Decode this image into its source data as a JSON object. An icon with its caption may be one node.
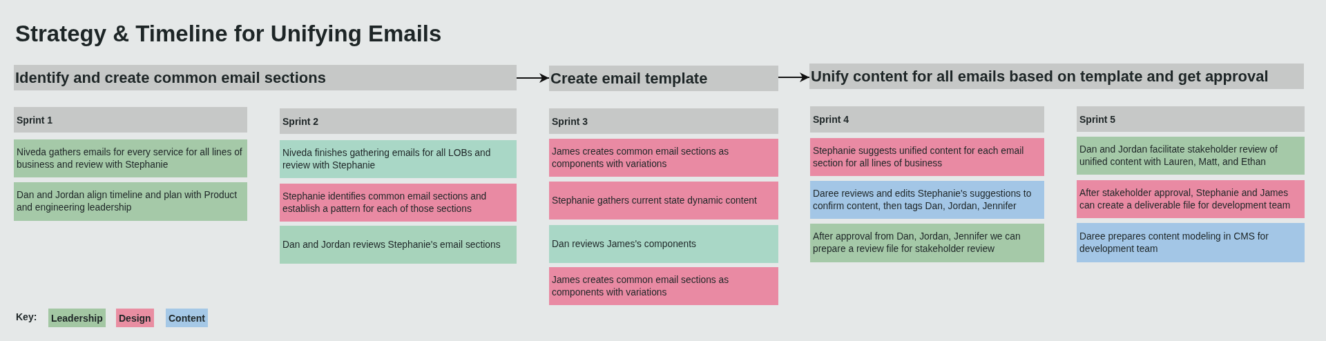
{
  "diagram": {
    "title": "Strategy & Timeline for Unifying Emails",
    "nodes": [
      {
        "text": [
          "Identify and create common email sections"
        ]
      },
      {
        "text": [
          "Create email template"
        ]
      },
      {
        "text": [
          "Unify content for all emails based on template and get approval"
        ]
      },
      {
        "text": [
          "Sprint 1"
        ]
      },
      {
        "text": [
          "Niveda gathers emails for every service for all lines of business and review with Stephanie"
        ]
      },
      {
        "text": [
          "Dan and Jordan align timeline and plan with Product and engineering leadership"
        ]
      },
      {
        "text": [
          "Sprint 2"
        ]
      },
      {
        "text": [
          "Niveda finishes gathering emails for all LOBs and review with Stephanie"
        ]
      },
      {
        "text": [
          "Stephanie identifies common email sections and establish a pattern for each of those sections"
        ]
      },
      {
        "text": [
          "Dan and Jordan reviews Stephanie's email sections"
        ]
      },
      {
        "text": [
          "Sprint 3"
        ]
      },
      {
        "text": [
          "James creates common email sections as components with variations"
        ]
      },
      {
        "text": [
          "Stephanie gathers current state dynamic content"
        ]
      },
      {
        "text": [
          "Dan reviews James's components"
        ]
      },
      {
        "text": [
          "James creates common email sections as components with variations"
        ]
      },
      {
        "text": [
          "Sprint 4"
        ]
      },
      {
        "text": [
          "Stephanie suggests unified content for each email section for all lines of business"
        ]
      },
      {
        "text": [
          "Daree reviews and edits Stephanie's suggestions to confirm content, then tags Dan, Jordan, Jennifer"
        ]
      },
      {
        "text": [
          "After approval from Dan, Jordan, Jennifer we can prepare a review file for stakeholder review"
        ]
      },
      {
        "text": [
          "Sprint 5"
        ]
      },
      {
        "text": [
          "Dan and Jordan facilitate stakeholder review of unified content with Lauren, Matt, and Ethan"
        ]
      },
      {
        "text": [
          "After stakeholder approval, Stephanie and James can create a deliverable file for development team"
        ]
      },
      {
        "text": [
          "Daree prepares content modeling in CMS for development team"
        ]
      }
    ],
    "edges": [
      {
        "from": 0,
        "to": 1,
        "arrow": "to"
      },
      {
        "from": 1,
        "to": 2,
        "arrow": "to"
      }
    ],
    "labels": [
      "Key:"
    ],
    "legend": [
      {
        "text": "Leadership",
        "color": "#a3c7a3"
      },
      {
        "text": "Design",
        "color": "#e98ea2"
      },
      {
        "text": "Content",
        "color": "#a5c8e6"
      }
    ]
  }
}
